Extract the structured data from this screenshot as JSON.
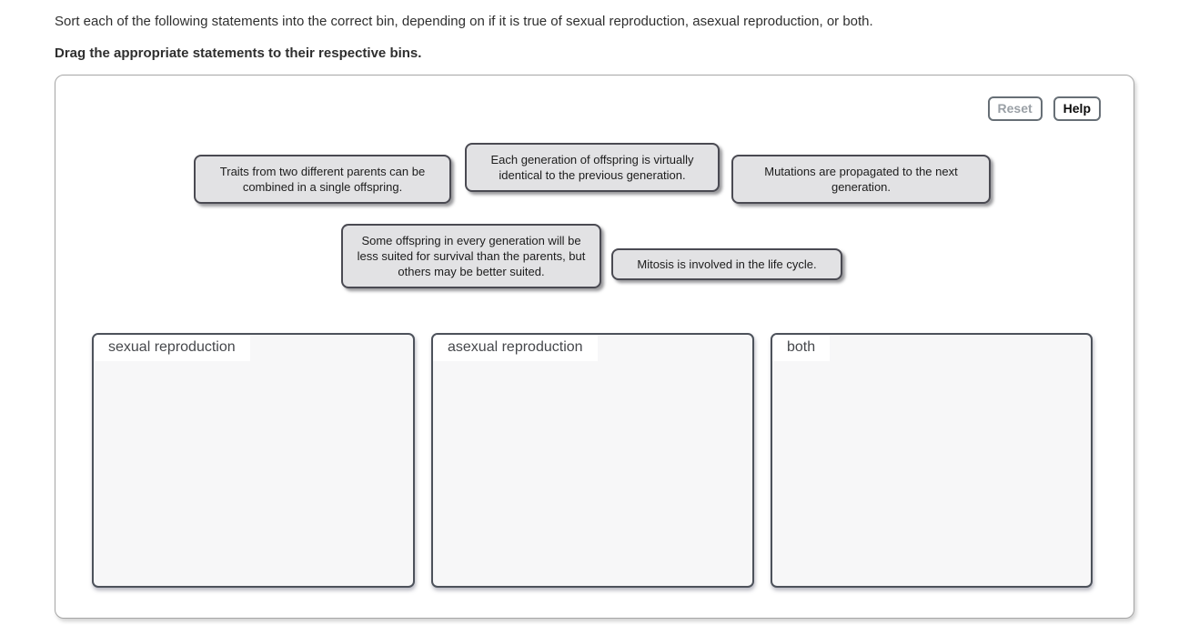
{
  "page": {
    "instruction": "Sort each of the following statements into the correct bin, depending on if it is true of sexual reproduction, asexual reproduction, or both.",
    "drag_hint": "Drag the appropriate statements to their respective bins."
  },
  "toolbar": {
    "reset_label": "Reset",
    "help_label": "Help"
  },
  "statements": [
    "Traits from two different parents can be combined in a single offspring.",
    "Each generation of offspring is virtually identical to the previous generation.",
    "Mutations are propagated to the next generation.",
    "Some offspring in every generation will be less suited for survival than the parents, but others may be better suited.",
    "Mitosis is involved in the life cycle."
  ],
  "bins": [
    {
      "label": "sexual reproduction"
    },
    {
      "label": "asexual reproduction"
    },
    {
      "label": "both"
    }
  ],
  "colors": {
    "chip_background": "#e2e2e4",
    "chip_border": "#4a4a52",
    "bin_background": "#f7f7f8",
    "bin_border": "#4d525b",
    "panel_border": "#a6a6a6",
    "reset_text_color": "#9aa0a6",
    "help_text_color": "#0c0c0c"
  }
}
